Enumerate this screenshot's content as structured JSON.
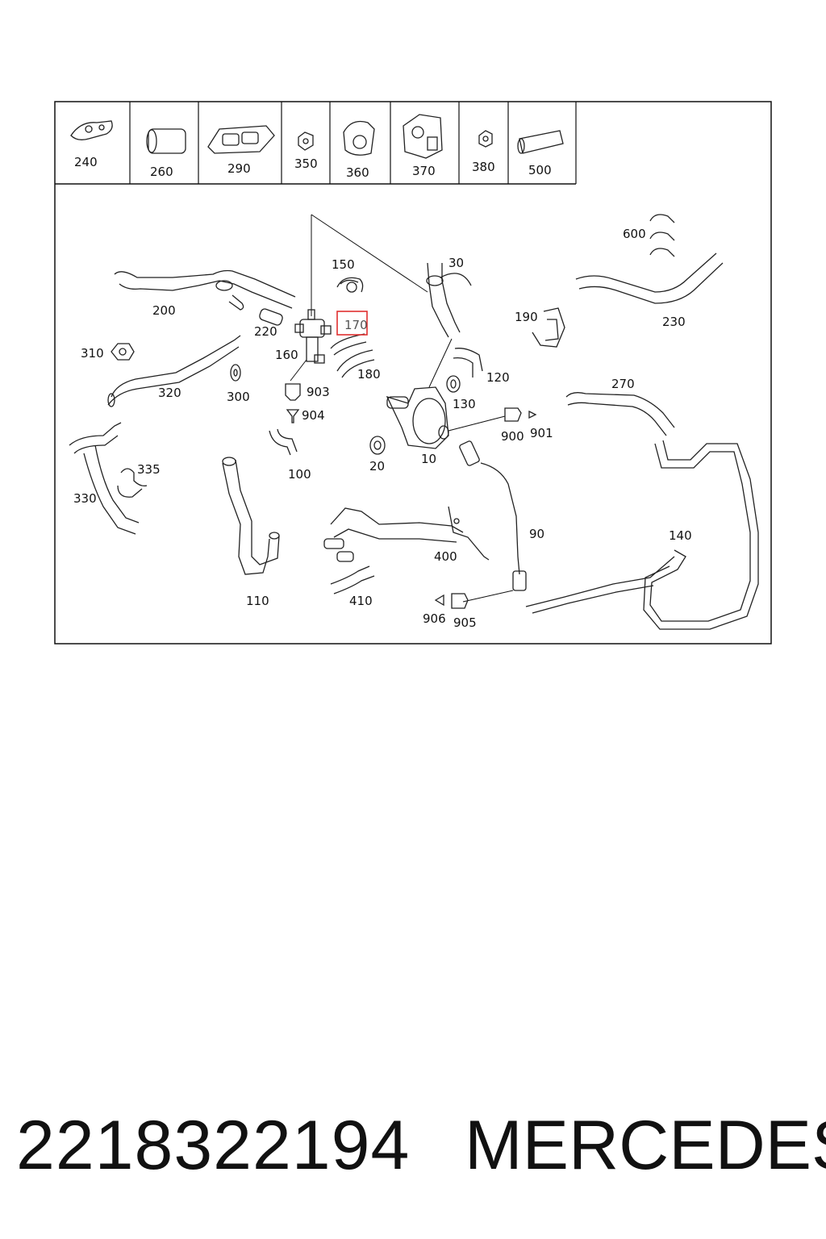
{
  "header_parts": [
    "240",
    "260",
    "290",
    "350",
    "360",
    "370",
    "380",
    "500"
  ],
  "callouts": {
    "p200": "200",
    "p220": "220",
    "p150": "150",
    "p170": "170",
    "p30": "30",
    "p600": "600",
    "p230": "230",
    "p310": "310",
    "p160": "160",
    "p180": "180",
    "p190": "190",
    "p120": "120",
    "p320": "320",
    "p300": "300",
    "p903": "903",
    "p904": "904",
    "p130": "130",
    "p270": "270",
    "p900": "900",
    "p901": "901",
    "p335": "335",
    "p330": "330",
    "p100": "100",
    "p20": "20",
    "p10": "10",
    "p90": "90",
    "p140": "140",
    "p400": "400",
    "p110": "110",
    "p410": "410",
    "p906": "906",
    "p905": "905"
  },
  "highlighted_callout": "170",
  "highlight_color": "#e03030",
  "footer": {
    "part_number": "2218322194",
    "brand": "MERCEDES"
  }
}
